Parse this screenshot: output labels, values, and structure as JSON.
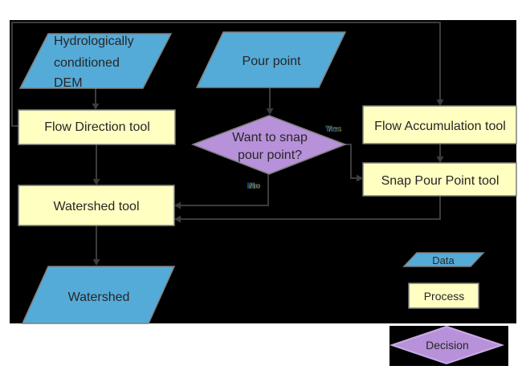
{
  "diagram": {
    "nodes": {
      "dem": {
        "label": "Hydrologically conditioned DEM",
        "lines": [
          "Hydrologically",
          "conditioned",
          "DEM"
        ],
        "type": "data"
      },
      "pour_point": {
        "label": "Pour point",
        "type": "data"
      },
      "flow_direction": {
        "label": "Flow Direction tool",
        "type": "process"
      },
      "flow_accumulation": {
        "label": "Flow Accumulation tool",
        "type": "process"
      },
      "snap_pour_point": {
        "label": "Snap Pour Point tool",
        "type": "process"
      },
      "snap_decision": {
        "label": "Want to snap pour point?",
        "lines": [
          "Want to snap",
          "pour point?"
        ],
        "type": "decision"
      },
      "watershed_tool": {
        "label": "Watershed tool",
        "type": "process"
      },
      "watershed": {
        "label": "Watershed",
        "type": "data"
      }
    },
    "edge_labels": {
      "yes": "Yes",
      "no": "No"
    },
    "legend": {
      "data": "Data",
      "process": "Process",
      "decision": "Decision"
    },
    "colors": {
      "background": "#000000",
      "page": "#FFFFFF",
      "data_fill": "#55ABD8",
      "process_fill": "#FFFFC2",
      "decision_fill": "#B791DA",
      "shape_border": "#7F7F7F",
      "legend_decision_border": "#C9ABE3",
      "connector": "#3C3C3C",
      "text": "#262626",
      "edge_label_blue": "#2A6BC8",
      "edge_label_yellow": "#B8B226"
    }
  }
}
